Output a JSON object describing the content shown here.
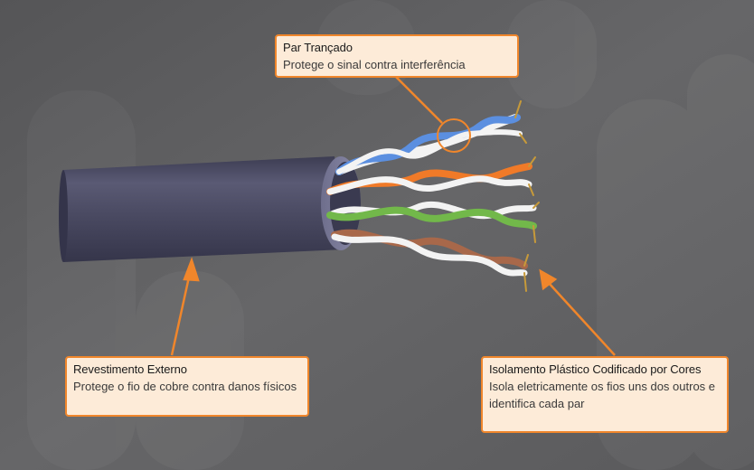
{
  "callouts": {
    "twisted_pair": {
      "title": "Par Trançado",
      "description": "Protege o sinal contra interferência"
    },
    "outer_jacket": {
      "title": "Revestimento Externo",
      "description": "Protege o fio de cobre contra danos físicos"
    },
    "color_insulation": {
      "title": "Isolamento Plástico Codificado por Cores",
      "description": "Isola eletricamente os fios uns dos outros e identifica cada par"
    }
  },
  "colors": {
    "accent": "#f0862b",
    "callout_bg": "#fdebd8",
    "jacket": "#4a4a62",
    "background": "#5f5f61",
    "pair_blue": "#5b8fe0",
    "pair_orange": "#f07a28",
    "pair_green": "#72b84a",
    "pair_brown": "#a8684a"
  }
}
